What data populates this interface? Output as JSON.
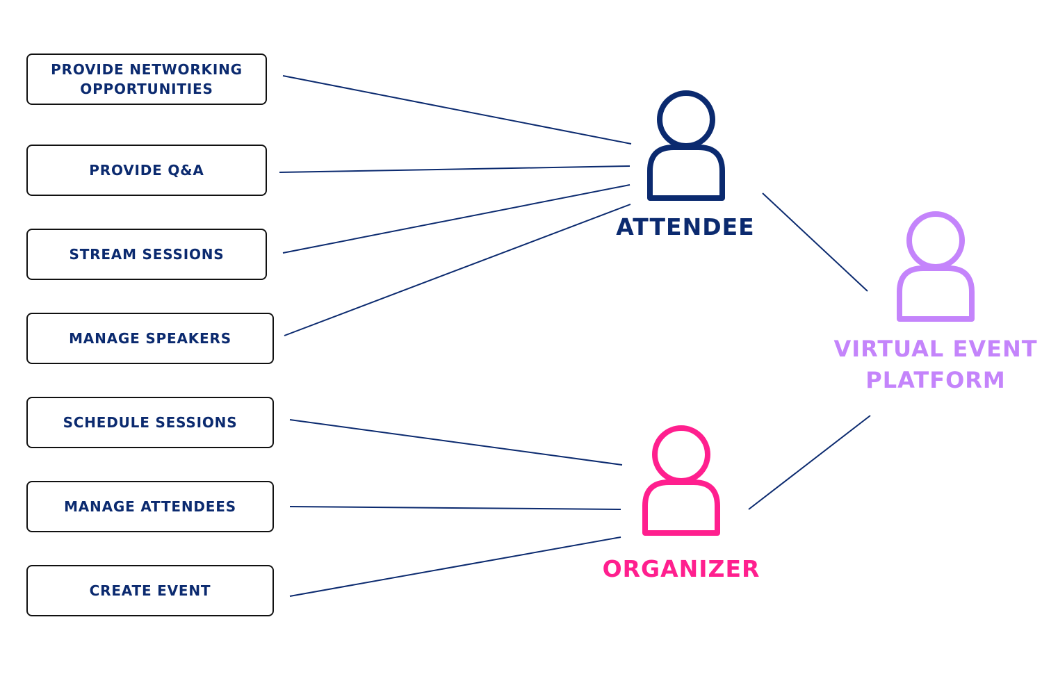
{
  "colors": {
    "box_text": "#0b2a6f",
    "box_border": "#111111",
    "line": "#0b2a6f",
    "attendee": "#0b2a6f",
    "organizer": "#ff1f8e",
    "platform": "#c484fb"
  },
  "use_cases": [
    {
      "label": "PROVIDE NETWORKING\nOPPORTUNITIES",
      "actor": "attendee"
    },
    {
      "label": "PROVIDE Q&A",
      "actor": "attendee"
    },
    {
      "label": "STREAM SESSIONS",
      "actor": "attendee"
    },
    {
      "label": "MANAGE SPEAKERS",
      "actor": "attendee"
    },
    {
      "label": "SCHEDULE SESSIONS",
      "actor": "organizer"
    },
    {
      "label": "MANAGE ATTENDEES",
      "actor": "organizer"
    },
    {
      "label": "CREATE EVENT",
      "actor": "organizer"
    }
  ],
  "actors": {
    "attendee": {
      "label": "ATTENDEE",
      "icon": "user-icon"
    },
    "organizer": {
      "label": "ORGANIZER",
      "icon": "user-icon"
    },
    "platform": {
      "label": "VIRTUAL EVENT\nPLATFORM",
      "icon": "user-icon"
    }
  }
}
